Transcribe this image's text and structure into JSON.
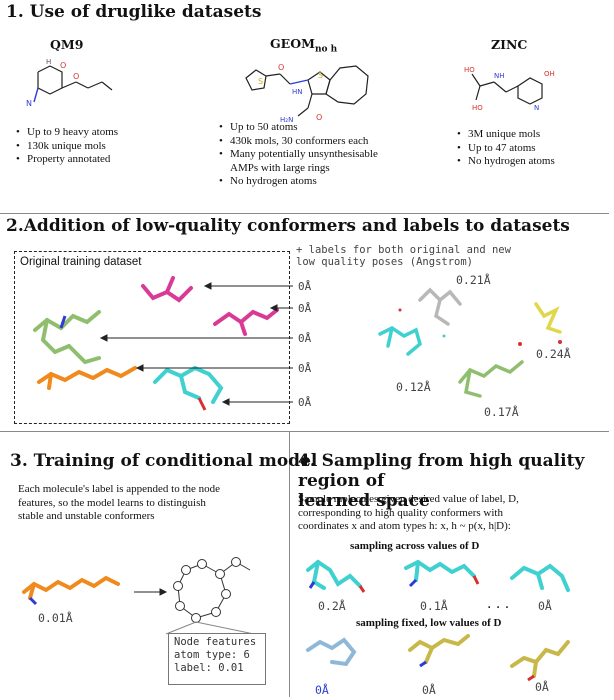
{
  "s1": {
    "title": "1. Use of druglike datasets",
    "datasets": [
      {
        "name": "QM9",
        "items": [
          "Up to 9 heavy atoms",
          "130k unique mols",
          "Property annotated"
        ]
      },
      {
        "name": "GEOM",
        "sub": "no h",
        "items": [
          "Up to 50 atoms",
          "430k mols, 30 conformers each",
          "Many potentially unsynthesisable",
          "AMPs with large rings",
          "No hydrogen atoms"
        ]
      },
      {
        "name": "ZINC",
        "items": [
          "3M unique mols",
          "Up to 47 atoms",
          "No hydrogen atoms"
        ]
      }
    ]
  },
  "s2": {
    "title": "2.Addition of low-quality conformers and labels to datasets",
    "box_label": "Original training dataset",
    "note_line1": "+ labels for both original and new",
    "note_line2": "low quality poses (Angstrom)",
    "orig_labels": [
      "0Å",
      "0Å",
      "0Å",
      "0Å",
      "0Å"
    ],
    "new_labels": [
      "0.21Å",
      "0.24Å",
      "0.12Å",
      "0.17Å"
    ]
  },
  "s3": {
    "title": "3. Training of conditional model",
    "desc_line1": "Each molecule's label is appended to the node",
    "desc_line2": "features, so the model learns to distinguish",
    "desc_line3": "stable and unstable conformers",
    "mol_label": "0.01Å",
    "node_title": "Node features",
    "node_atom": "atom type: 6",
    "node_label": "label: 0.01"
  },
  "s4": {
    "title_line1": "4. Sampling from high quality region of",
    "title_line2": "learned space",
    "desc_line1": "Sample molecules given desired value of label, D,",
    "desc_line2": "corresponding to high quality conformers with",
    "desc_line3": "coordinates x and atom types h: x, h ~ p(x, h|D):",
    "across_label": "sampling across values of D",
    "fixed_label": "sampling fixed, low values of D",
    "across_values": [
      "0.2Å",
      "0.1Å",
      "0Å"
    ],
    "dots": ". . .",
    "fixed_values": [
      "0Å",
      "0Å",
      "0Å"
    ]
  },
  "colors": {
    "orange": "#f08a1c",
    "cyan": "#3fd0d0",
    "magenta": "#d93a96",
    "green": "#8fbf6e",
    "yellow": "#e0d84a",
    "blue": "#2d3cd8",
    "red": "#d83030",
    "divider": "#8a8a8a"
  }
}
